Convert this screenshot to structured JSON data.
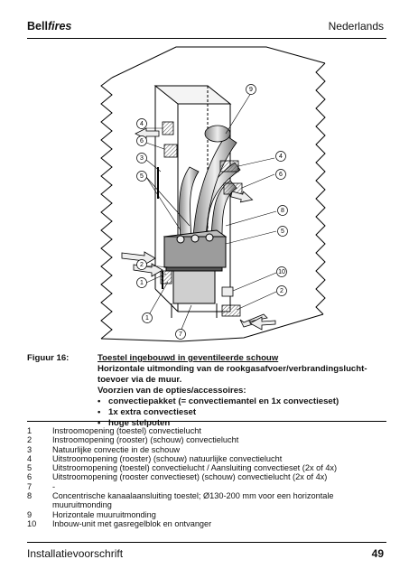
{
  "header": {
    "brand_bold": "Bell",
    "brand_italic": "fires",
    "language": "Nederlands"
  },
  "figure": {
    "label": "Figuur 16:",
    "title": "Toestel ingebouwd in geventileerde schouw",
    "lines": [
      "Horizontale uitmonding van de rookgasafvoer/verbrandingslucht-",
      "toevoer via de muur.",
      "Voorzien van de opties/accessoires:"
    ],
    "bullets": [
      "convectiepakket (= convectiemantel en 1x convectieset)",
      "1x extra convectieset",
      "hoge stelpoten"
    ],
    "callouts": [
      "9",
      "4",
      "6",
      "3",
      "5",
      "4",
      "6",
      "8",
      "5",
      "2",
      "1",
      "10",
      "2",
      "1",
      "7"
    ]
  },
  "legend": [
    {
      "num": "1",
      "text": "Instroomopening (toestel) convectielucht"
    },
    {
      "num": "2",
      "text": "Instroomopening (rooster) (schouw) convectielucht"
    },
    {
      "num": "3",
      "text": "Natuurlijke convectie in de schouw"
    },
    {
      "num": "4",
      "text": "Uitstroomopening (rooster) (schouw) natuurlijke convectielucht"
    },
    {
      "num": "5",
      "text": "Uitstroomopening (toestel) convectielucht / Aansluiting convectieset (2x of 4x)"
    },
    {
      "num": "6",
      "text": "Uitstroomopening (rooster convectieset) (schouw) convectielucht (2x of 4x)"
    },
    {
      "num": "7",
      "text": "-"
    },
    {
      "num": "8",
      "text": "Concentrische kanaalaansluiting toestel; Ø130-200 mm voor een horizontale"
    },
    {
      "num": "",
      "text": "muuruitmonding"
    },
    {
      "num": "9",
      "text": "Horizontale muuruitmonding"
    },
    {
      "num": "10",
      "text": "Inbouw-unit met gasregelblok en ontvanger"
    }
  ],
  "footer": {
    "left": "Installatievoorschrift",
    "page": "49"
  }
}
